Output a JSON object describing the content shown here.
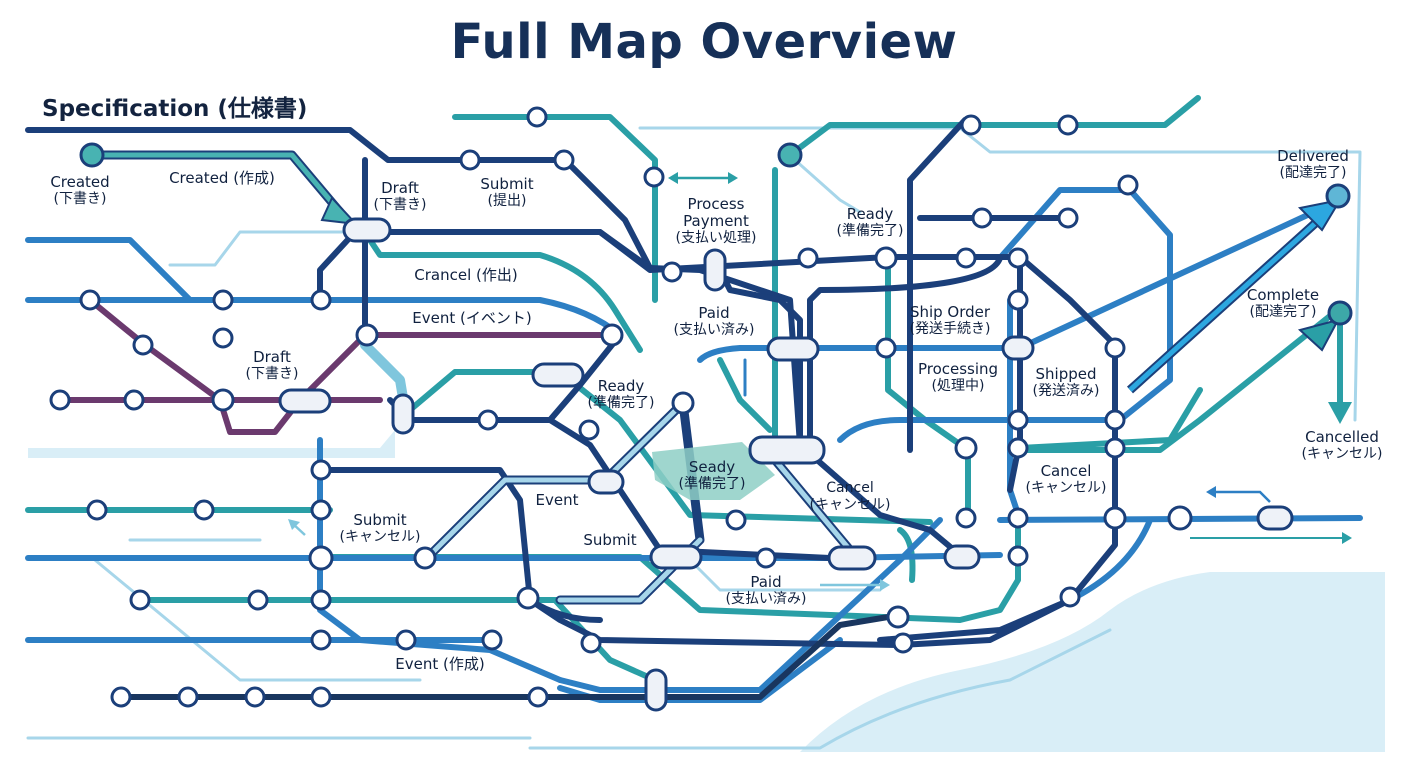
{
  "title": "Full Map Overview",
  "subtitle": "Specification (仕様書)",
  "colors": {
    "navy": "#1b3f7a",
    "blue": "#2d7fc4",
    "teal": "#2a9fa6",
    "light_blue": "#a7d6ea",
    "purple": "#6b3a6e",
    "dark": "#19365f",
    "water": "#d9eef7"
  },
  "stations": [
    {
      "id": "created",
      "name": "Created",
      "jp": "(下書き)"
    },
    {
      "id": "created-line",
      "name": "Created (作成)",
      "jp": ""
    },
    {
      "id": "draft-top",
      "name": "Draft",
      "jp": "(下書き)"
    },
    {
      "id": "submit-top",
      "name": "Submit",
      "jp": "(提出)"
    },
    {
      "id": "process-payment",
      "name": "Process",
      "name2": "Payment",
      "jp": "(支払い処理)"
    },
    {
      "id": "ready-right",
      "name": "Ready",
      "jp": "(準備完了)"
    },
    {
      "id": "delivered",
      "name": "Delivered",
      "jp": "(配達完了)"
    },
    {
      "id": "crancel",
      "name": "Crancel (作出)",
      "jp": ""
    },
    {
      "id": "event-mid",
      "name": "Event (イベント)",
      "jp": ""
    },
    {
      "id": "paid-top",
      "name": "Paid",
      "jp": "(支払い済み)"
    },
    {
      "id": "ship-order",
      "name": "Ship Order",
      "jp": "(発送手続き)"
    },
    {
      "id": "complete",
      "name": "Complete",
      "jp": "(配達完了)"
    },
    {
      "id": "draft-left",
      "name": "Draft",
      "jp": "(下書き)"
    },
    {
      "id": "ready-mid",
      "name": "Ready",
      "jp": "(準備完了)"
    },
    {
      "id": "processing",
      "name": "Processing",
      "jp": "(処理中)"
    },
    {
      "id": "shipped",
      "name": "Shipped",
      "jp": "(発送済み)"
    },
    {
      "id": "cancelled",
      "name": "Cancelled",
      "jp": "(キャンセル)"
    },
    {
      "id": "seady",
      "name": "Seady",
      "jp": "(準備完了)"
    },
    {
      "id": "cancel-mid",
      "name": "Cancel",
      "jp": "(キャンセル)"
    },
    {
      "id": "cancel-right",
      "name": "Cancel",
      "jp": "(キャンセル)"
    },
    {
      "id": "event-low",
      "name": "Event",
      "jp": ""
    },
    {
      "id": "submit-left",
      "name": "Submit",
      "jp": "(キャンセル)"
    },
    {
      "id": "submit-low",
      "name": "Submit",
      "jp": ""
    },
    {
      "id": "paid-low",
      "name": "Paid",
      "jp": "(支払い済み)"
    },
    {
      "id": "event-bottom",
      "name": "Event (作成)",
      "jp": ""
    }
  ]
}
